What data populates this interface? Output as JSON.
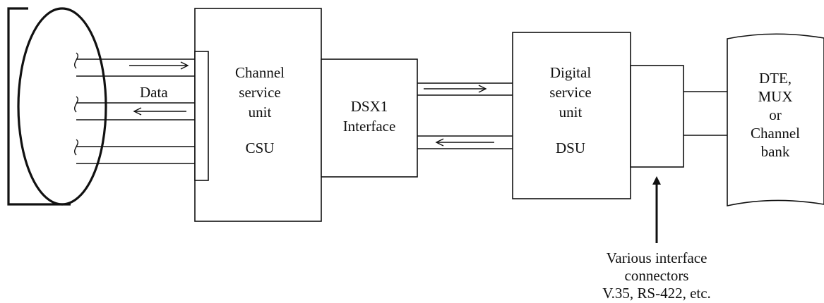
{
  "labels": {
    "data": "Data",
    "csu": [
      "Channel",
      "service",
      "unit",
      "CSU"
    ],
    "dsx1": [
      "DSX1",
      "Interface"
    ],
    "dsu": [
      "Digital",
      "service",
      "unit",
      "DSU"
    ],
    "dte": [
      "DTE,",
      "MUX",
      "or",
      "Channel",
      "bank"
    ],
    "connectors_note": [
      "Various interface",
      "connectors",
      "V.35, RS-422, etc."
    ]
  }
}
